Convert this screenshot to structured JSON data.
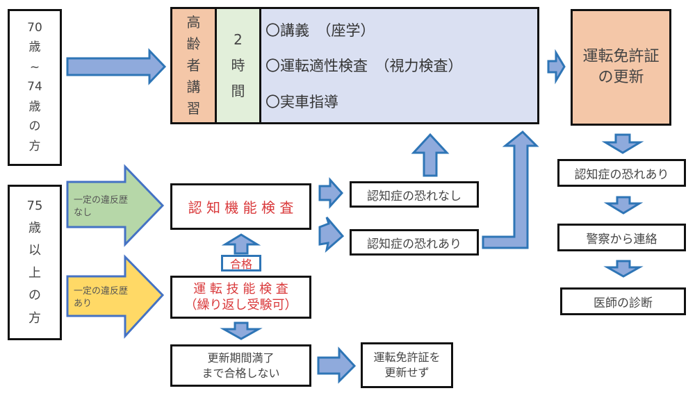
{
  "group_70_74": {
    "label_chars": [
      "70",
      "歳",
      "~",
      "74",
      "歳",
      "の",
      "方"
    ]
  },
  "group_75_plus": {
    "label_chars": [
      "75",
      "歳",
      "以",
      "上",
      "の",
      "方"
    ]
  },
  "course": {
    "title_chars": [
      "高",
      "齢",
      "者",
      "講",
      "習"
    ],
    "duration_chars": [
      "2",
      "時",
      "間"
    ],
    "items": [
      "〇講義　（座学）",
      "〇運転適性検査　（視力検査）",
      "〇実車指導"
    ]
  },
  "renewal": {
    "line1": "運転免許証",
    "line2": "の更新"
  },
  "branch_no_violation": {
    "line1": "一定の違反歴",
    "line2": "なし"
  },
  "branch_violation": {
    "line1": "一定の違反歴",
    "line2": "あり"
  },
  "cognitive_test": {
    "label": "認 知 機 能 検 査"
  },
  "driving_skill_test": {
    "line1": "運 転 技 能 検 査",
    "line2": "（繰り返し受験可）"
  },
  "pass_label": "合格",
  "result_no_dementia": "認知症の恐れなし",
  "result_dementia": "認知症の恐れあり",
  "fail_until_expiry": {
    "line1": "更新期間満了",
    "line2": "まで合格しない"
  },
  "no_renewal": {
    "line1": "運転免許証を",
    "line2": "更新せず"
  },
  "post_renewal": {
    "risk": "認知症の恐れあり",
    "police": "警察から連絡",
    "doctor": "医師の診断"
  },
  "colors": {
    "arrow_fill": "#8faadc",
    "arrow_stroke": "#2e75b6",
    "course_title_bg": "#f4c7a8",
    "duration_bg": "#e2efda",
    "items_bg": "#dae0f2",
    "renewal_bg": "#f4c7a8",
    "green_arrow": "#b6d7a8",
    "yellow_arrow": "#ffd966",
    "red_text": "#d9383a"
  }
}
